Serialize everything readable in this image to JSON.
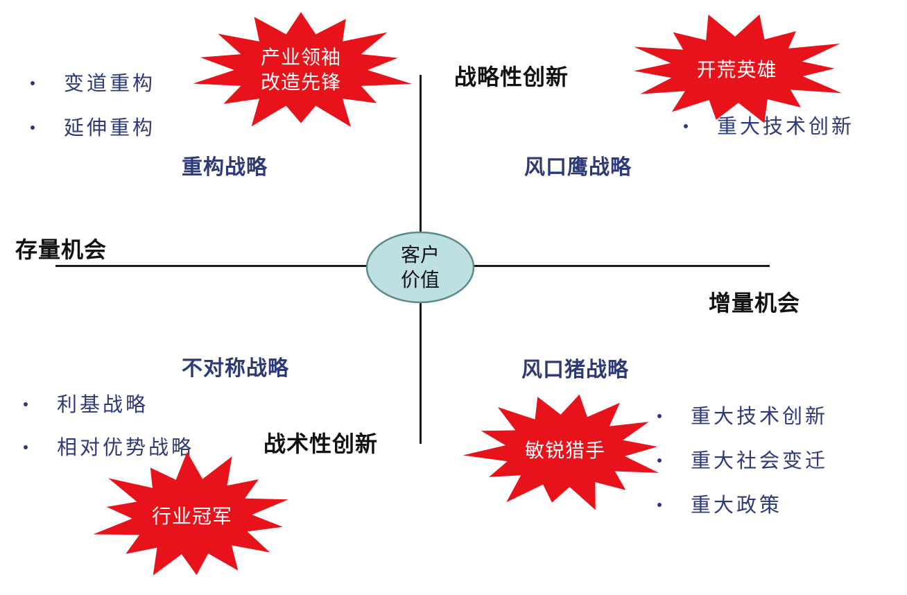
{
  "center": {
    "text": "客户\n价值",
    "fill": "#bfe0e0",
    "stroke": "#5a8a8a"
  },
  "axes": {
    "top": "战略性创新",
    "bottom": "战术性创新",
    "left": "存量机会",
    "right": "增量机会"
  },
  "quadrants": {
    "top_left": {
      "title": "重构战略",
      "bullets": [
        "变道重构",
        "延伸重构"
      ],
      "star": "产业领袖\n改造先锋"
    },
    "top_right": {
      "title": "风口鹰战略",
      "bullets": [
        "重大技术创新"
      ],
      "star": "开荒英雄"
    },
    "bottom_left": {
      "title": "不对称战略",
      "bullets": [
        "利基战略",
        "相对优势战略"
      ],
      "star": "行业冠军"
    },
    "bottom_right": {
      "title": "风口猪战略",
      "bullets": [
        "重大技术创新",
        "重大社会变迁",
        "重大政策"
      ],
      "star": "敏锐猎手"
    }
  },
  "colors": {
    "star_fill": "#e8121b",
    "text_blue": "#2e3a78",
    "axis": "#1a1a1a"
  }
}
